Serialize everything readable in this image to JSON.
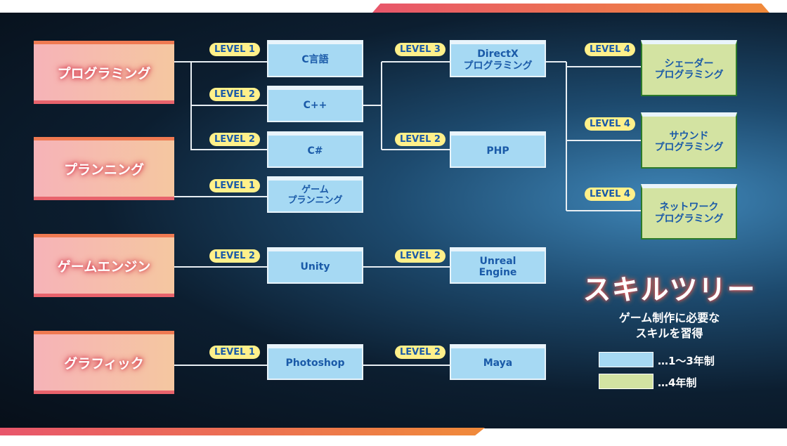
{
  "categories": [
    "プログラミング",
    "プランニング",
    "ゲームエンジン",
    "グラフィック"
  ],
  "col1": [
    {
      "level": "LEVEL 1",
      "name": "C言語"
    },
    {
      "level": "LEVEL 2",
      "name": "C++"
    },
    {
      "level": "LEVEL 2",
      "name": "C#"
    },
    {
      "level": "LEVEL 1",
      "name": "ゲーム\nプランニング"
    },
    {
      "level": "LEVEL 2",
      "name": "Unity"
    },
    {
      "level": "LEVEL 1",
      "name": "Photoshop"
    }
  ],
  "col2": [
    {
      "level": "LEVEL 3",
      "name": "DirectX\nプログラミング"
    },
    {
      "level": "LEVEL 2",
      "name": "PHP"
    },
    {
      "level": "LEVEL 2",
      "name": "Unreal\nEngine"
    },
    {
      "level": "LEVEL 2",
      "name": "Maya"
    }
  ],
  "col3": [
    {
      "level": "LEVEL 4",
      "name": "シェーダー\nプログラミング"
    },
    {
      "level": "LEVEL 4",
      "name": "サウンド\nプログラミング"
    },
    {
      "level": "LEVEL 4",
      "name": "ネットワーク\nプログラミング"
    }
  ],
  "legend": {
    "title": "スキルツリー",
    "subtitle": "ゲーム制作に必要な\nスキルを習得",
    "items": [
      {
        "label": "…1～3年制",
        "color": "#a6d9f3"
      },
      {
        "label": "…4年制",
        "color": "#d3e3a2"
      }
    ]
  }
}
